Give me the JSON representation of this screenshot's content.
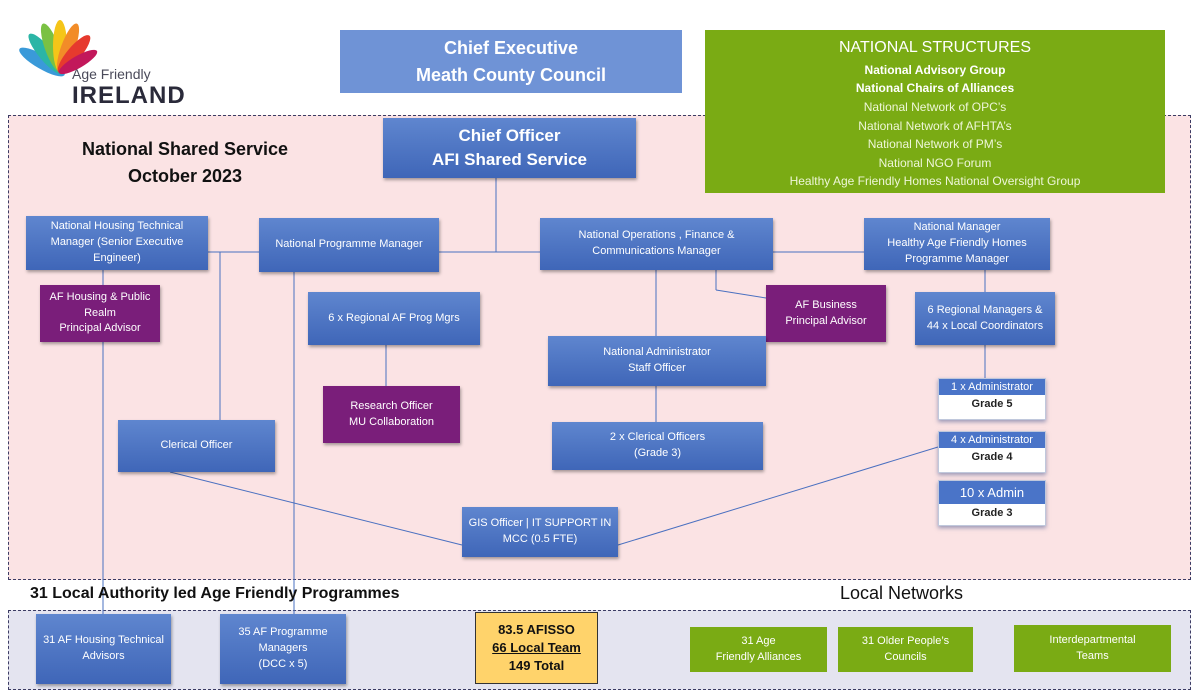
{
  "logo": {
    "line1": "Age Friendly",
    "line2": "IRELAND"
  },
  "chief_executive": {
    "line1": "Chief Executive",
    "line2": "Meath County Council"
  },
  "chief_officer": {
    "line1": "Chief Officer",
    "line2": "AFI Shared Service"
  },
  "section_title": {
    "line1": "National Shared Service",
    "line2": "October 2023"
  },
  "national_structures": {
    "title": "NATIONAL STRUCTURES",
    "bold_items": [
      "National Advisory Group",
      "National Chairs of Alliances"
    ],
    "items": [
      "National Network of OPC’s",
      "National Network of AFHTA’s",
      "National Network of PM’s",
      "National NGO Forum",
      "Healthy Age Friendly Homes National Oversight Group"
    ]
  },
  "boxes": {
    "housing_tech": {
      "line1": "National Housing Technical",
      "line2": "Manager (Senior Executive",
      "line3": "Engineer)"
    },
    "programme_mgr": {
      "line1": "National Programme Manager"
    },
    "operations_mgr": {
      "line1": "National Operations , Finance &",
      "line2": "Communications Manager"
    },
    "hafh_mgr": {
      "line1": "National Manager",
      "line2": "Healthy Age Friendly Homes",
      "line3": "Programme Manager"
    },
    "housing_advisor": {
      "line1": "AF Housing & Public",
      "line2": "Realm",
      "line3": "Principal Advisor"
    },
    "regional_prog": {
      "line1": "6 x Regional AF Prog Mgrs"
    },
    "business_advisor": {
      "line1": "AF Business",
      "line2": "Principal Advisor"
    },
    "regional_managers": {
      "line1": "6 Regional Managers &",
      "line2": "44 x Local Coordinators"
    },
    "nat_admin": {
      "line1": "National Administrator",
      "line2": "Staff Officer"
    },
    "research": {
      "line1": "Research Officer",
      "line2": "MU Collaboration"
    },
    "clerical": {
      "line1": "Clerical Officer"
    },
    "clerical_2x": {
      "line1": "2 x Clerical Officers",
      "line2": "(Grade 3)"
    },
    "gis": {
      "line1": "GIS Officer | IT SUPPORT IN",
      "line2": "MCC (0.5 FTE)"
    }
  },
  "grades": [
    {
      "top": "1 x Administrator",
      "bottom": "Grade 5"
    },
    {
      "top": "4 x Administrator",
      "bottom": "Grade 4"
    },
    {
      "top": "10 x Admin",
      "bottom": "Grade 3"
    }
  ],
  "local_section": {
    "title": "31 Local Authority led Age Friendly Programmes",
    "networks": "Local Networks"
  },
  "local_boxes": {
    "housing_advisors": {
      "line1": "31 AF Housing Technical",
      "line2": "Advisors"
    },
    "prog_managers": {
      "line1": "35 AF Programme",
      "line2": "Managers",
      "line3": "(DCC x 5)"
    }
  },
  "totals": {
    "line1": "83.5 AFISSO",
    "line2": "66 Local Team",
    "line3": "149 Total"
  },
  "networks": [
    {
      "line1": "31 Age",
      "line2": "Friendly Alliances"
    },
    {
      "line1": "31 Older People’s",
      "line2": "Councils"
    },
    {
      "line1": "Interdepartmental",
      "line2": "Teams"
    }
  ],
  "colors": {
    "blue": "#4a74c8",
    "purple": "#7a1e7a",
    "green": "#7aab14",
    "pink_zone": "#fbe3e4",
    "yellow_total": "#ffd36b"
  }
}
